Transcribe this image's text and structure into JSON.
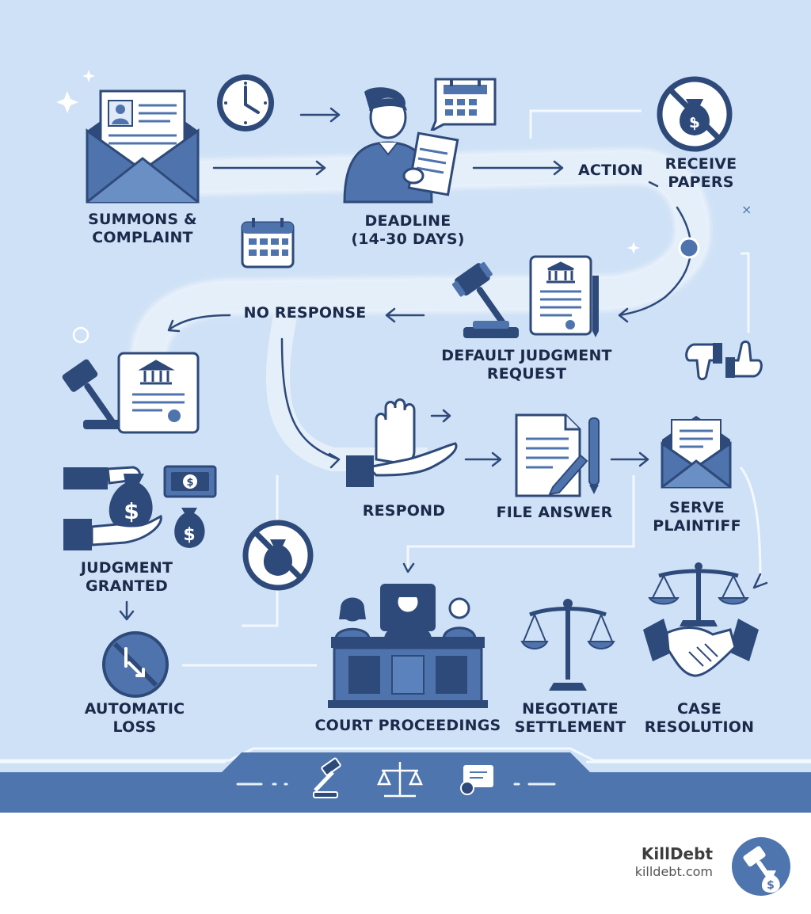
{
  "colors": {
    "background": "#cfe1f6",
    "ink": "#1b2a4a",
    "icon_dark": "#2e4a7a",
    "icon_mid": "#4f74ad",
    "icon_light": "#ffffff",
    "road": "#e6f0fb",
    "footer_band": "#4e75ad"
  },
  "steps": {
    "summons": "SUMMONS &\nCOMPLAINT",
    "deadline": "DEADLINE\n(14-30 DAYS)",
    "action": "ACTION",
    "receive": "RECEIVE\nPAPERS",
    "no_response": "NO RESPONSE",
    "default_request": "DEFAULT JUDGMENT\nREQUEST",
    "respond": "RESPOND",
    "file_answer": "FILE ANSWER",
    "serve_plaintiff": "SERVE\nPLAINTIFF",
    "judgment_granted": "JUDGMENT\nGRANTED",
    "automatic_loss": "AUTOMATIC\nLOSS",
    "court_proceedings": "COURT PROCEEDINGS",
    "negotiate": "NEGOTIATE\nSETTLEMENT",
    "case_resolution": "CASE\nRESOLUTION"
  },
  "icons": [
    "envelope-icon",
    "clock-icon",
    "person-reading-icon",
    "calendar-icon",
    "no-money-icon",
    "gavel-icon",
    "scroll-icon",
    "thumbs-icon",
    "hand-stop-icon",
    "document-pen-icon",
    "money-bag-icon",
    "cash-icon",
    "court-bench-icon",
    "scales-icon",
    "handshake-icon"
  ],
  "brand": {
    "name": "KillDebt",
    "url": "killdebt.com"
  }
}
